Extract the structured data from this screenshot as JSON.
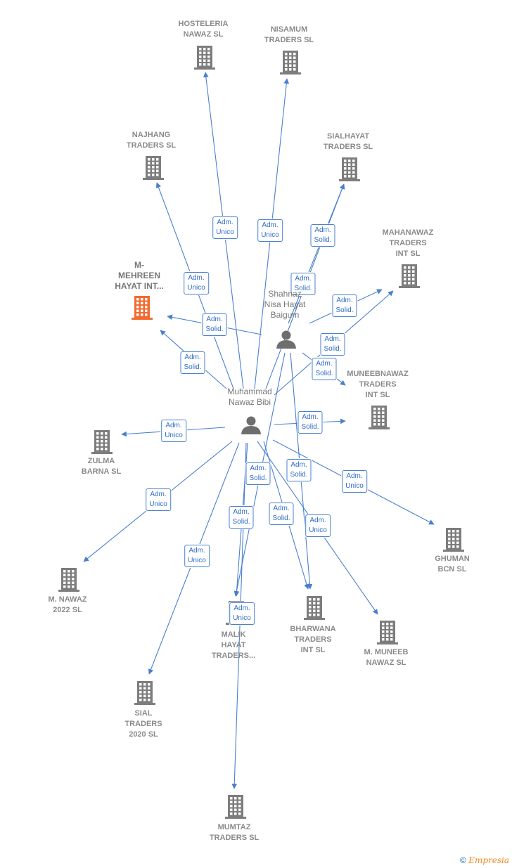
{
  "colors": {
    "edge": "#4a7fd0",
    "building": "#7d7d7d",
    "building_highlight": "#f26a2f",
    "person": "#6e6e6e"
  },
  "persons": [
    {
      "id": "muhammad",
      "name": "Muhammad\nNawaz Bibi",
      "icon": "person-icon"
    },
    {
      "id": "shahnaz",
      "name": "Shahnaz\nNisa Hayat\nBaigum",
      "icon": "person-icon"
    }
  ],
  "companies": [
    {
      "id": "hosteleria",
      "name": "HOSTELERIA\nNAWAZ  SL",
      "icon": "building-icon"
    },
    {
      "id": "nisamum",
      "name": "NISAMUM\nTRADERS  SL",
      "icon": "building-icon"
    },
    {
      "id": "najhang",
      "name": "NAJHANG\nTRADERS  SL",
      "icon": "building-icon"
    },
    {
      "id": "sialhayat",
      "name": "SIALHAYAT\nTRADERS  SL",
      "icon": "building-icon"
    },
    {
      "id": "mahanawaz",
      "name": "MAHANAWAZ\nTRADERS\nINT  SL",
      "icon": "building-icon"
    },
    {
      "id": "mehreen",
      "name": "M-\nMEHREEN\nHAYAT INT...",
      "icon": "building-icon",
      "highlight": true
    },
    {
      "id": "muneebnawaz",
      "name": "MUNEEBNAWAZ\nTRADERS\nINT  SL",
      "icon": "building-icon"
    },
    {
      "id": "zulma",
      "name": "ZULMA\nBARNA SL",
      "icon": "building-icon"
    },
    {
      "id": "ghuman",
      "name": "GHUMAN\nBCN  SL",
      "icon": "building-icon"
    },
    {
      "id": "mnawaz2022",
      "name": "M.  NAWAZ\n2022  SL",
      "icon": "building-icon"
    },
    {
      "id": "malik",
      "name": "MALIK\nHAYAT\nTRADERS...",
      "icon": "building-icon"
    },
    {
      "id": "bharwana",
      "name": "BHARWANA\nTRADERS\nINT  SL",
      "icon": "building-icon"
    },
    {
      "id": "mmuneeb",
      "name": "M.  MUNEEB\nNAWAZ  SL",
      "icon": "building-icon"
    },
    {
      "id": "sial2020",
      "name": "SIAL\nTRADERS\n2020  SL",
      "icon": "building-icon"
    },
    {
      "id": "mumtaz",
      "name": "MUMTAZ\nTRADERS  SL",
      "icon": "building-icon"
    }
  ],
  "edges": [
    {
      "from": "muhammad",
      "to": "hosteleria",
      "role": "Adm.\nUnico"
    },
    {
      "from": "muhammad",
      "to": "nisamum",
      "role": "Adm.\nUnico"
    },
    {
      "from": "muhammad",
      "to": "najhang",
      "role": "Adm.\nUnico"
    },
    {
      "from": "muhammad",
      "to": "mehreen",
      "role": "Adm.\nSolid."
    },
    {
      "from": "shahnaz",
      "to": "mehreen",
      "role": "Adm.\nSolid."
    },
    {
      "from": "shahnaz",
      "to": "sialhayat",
      "role": "Adm.\nSolid."
    },
    {
      "from": "muhammad",
      "to": "sialhayat",
      "role": "Adm.\nSolid."
    },
    {
      "from": "shahnaz",
      "to": "mahanawaz",
      "role": "Adm.\nSolid."
    },
    {
      "from": "muhammad",
      "to": "mahanawaz",
      "role": "Adm.\nSolid."
    },
    {
      "from": "shahnaz",
      "to": "muneebnawaz",
      "role": "Adm.\nSolid."
    },
    {
      "from": "muhammad",
      "to": "muneebnawaz",
      "role": "Adm.\nSolid."
    },
    {
      "from": "muhammad",
      "to": "zulma",
      "role": "Adm.\nUnico"
    },
    {
      "from": "muhammad",
      "to": "ghuman",
      "role": "Adm.\nUnico"
    },
    {
      "from": "muhammad",
      "to": "mnawaz2022",
      "role": "Adm.\nUnico"
    },
    {
      "from": "muhammad",
      "to": "sial2020",
      "role": "Adm.\nUnico"
    },
    {
      "from": "muhammad",
      "to": "malik",
      "role": "Adm.\nSolid."
    },
    {
      "from": "shahnaz",
      "to": "malik",
      "role": "Adm.\nSolid."
    },
    {
      "from": "muhammad",
      "to": "bharwana",
      "role": "Adm.\nSolid."
    },
    {
      "from": "shahnaz",
      "to": "bharwana",
      "role": "Adm.\nSolid."
    },
    {
      "from": "muhammad",
      "to": "mmuneeb",
      "role": "Adm.\nUnico"
    },
    {
      "from": "muhammad",
      "to": "mumtaz",
      "role": "Adm.\nUnico"
    }
  ],
  "footer": {
    "copyright": "©",
    "brand": "Empresia"
  }
}
